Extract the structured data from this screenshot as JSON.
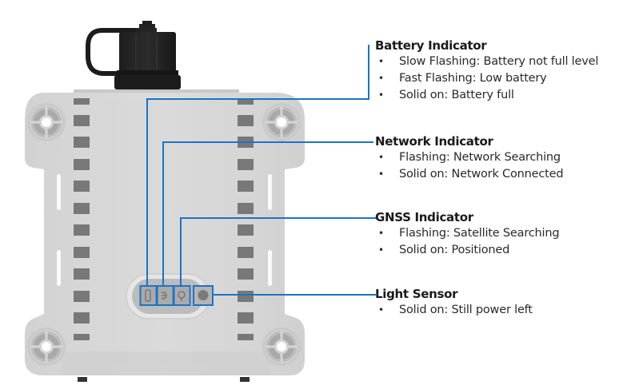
{
  "diagram": {
    "subject": "Device LED indicators",
    "accent_color": "#1b74c4",
    "labels": [
      {
        "id": "battery",
        "title": "Battery Indicator",
        "items": [
          "Slow Flashing: Battery not full level",
          "Fast Flashing: Low battery",
          "Solid on: Battery full"
        ]
      },
      {
        "id": "network",
        "title": "Network Indicator",
        "items": [
          "Flashing: Network Searching",
          "Solid on: Network Connected"
        ]
      },
      {
        "id": "gnss",
        "title": "GNSS Indicator",
        "items": [
          "Flashing: Satellite Searching",
          "Solid on: Positioned"
        ]
      },
      {
        "id": "light",
        "title": "Light Sensor",
        "items": [
          "Solid on: Still power left"
        ]
      }
    ],
    "indicator_icons": [
      "battery-icon",
      "network-icon",
      "gnss-icon",
      "light-sensor-icon"
    ],
    "bullet": "•"
  }
}
